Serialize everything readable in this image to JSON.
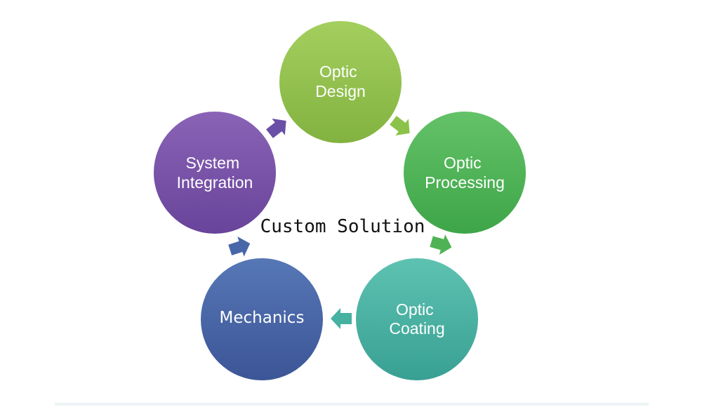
{
  "center_label": "Custom Solution",
  "nodes": [
    {
      "id": "optic-design",
      "lines": [
        "Optic",
        "Design"
      ],
      "colors": {
        "light": "#a4cf5f",
        "dark": "#82b23f"
      },
      "arrow_color": "#8cc24a"
    },
    {
      "id": "optic-processing",
      "lines": [
        "Optic",
        "Processing"
      ],
      "colors": {
        "light": "#64c268",
        "dark": "#3ea548"
      },
      "arrow_color": "#4fb254"
    },
    {
      "id": "optic-coating",
      "lines": [
        "Optic",
        "Coating"
      ],
      "colors": {
        "light": "#5ec2b1",
        "dark": "#38a093"
      },
      "arrow_color": "#46b1a1"
    },
    {
      "id": "mechanics",
      "lines": [
        "Mechanics"
      ],
      "colors": {
        "light": "#5677b6",
        "dark": "#3c5596"
      },
      "arrow_color": "#4767a8"
    },
    {
      "id": "system-integration",
      "lines": [
        "System",
        "Integration"
      ],
      "colors": {
        "light": "#8a63b6",
        "dark": "#68449a"
      },
      "arrow_color": "#6a4fa6"
    }
  ]
}
